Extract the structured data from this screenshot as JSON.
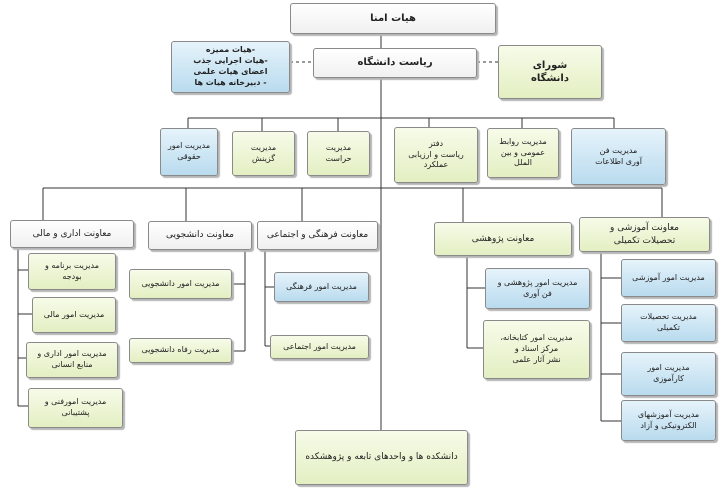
{
  "nodes": {
    "board": "هیات امنا",
    "commissions": "-هیات ممیزه\n-هیات اجرایی جذب\nاعضای هیات علمی\n- دبیرخانه هیات ها",
    "president": "ریاست دانشگاه",
    "council": "شورای\nدانشگاه",
    "legal": "مدیریت امور\nحقوقی",
    "selection": "مدیریت\nگزینش",
    "security": "مدیریت\nحراست",
    "office": "دفتر\nریاست و ارزیابی\nعملکرد",
    "public_relations": "مدیریت روابط\nعمومی و بین\nالملل",
    "it": "مدیریت فن\nآوری اطلاعات",
    "admin_finance": "معاونت اداری و مالی",
    "student": "معاونت دانشجویی",
    "cultural": "معاونت فرهنگی و اجتماعی",
    "research": "معاونت پژوهشی",
    "education": "معاونت آموزشی و\nتحصیلات تکمیلی",
    "budget": "مدیریت برنامه و\nبودجه",
    "financial": "مدیریت امور مالی",
    "hr": "مدیریت امور اداری و\nمنابع انسانی",
    "technical": "مدیریت امورفنی و\nپشتیبانی",
    "student_affairs": "مدیریت امور دانشجویی",
    "welfare": "مدیریت رفاه دانشجویی",
    "cultural_affairs": "مدیریت امور فرهنگی",
    "social_affairs": "مدیریت امور اجتماعی",
    "research_tech": "مدیریت امور پژوهشی و\nفن آوری",
    "library": "مدیریت امور کتابخانه،\nمرکز اسناد و\nنشر آثار علمی",
    "education_affairs": "مدیریت امور آموزشی",
    "graduate": "مدیریت تحصیلات\nتکمیلی",
    "internship": "مدیریت امور\nکارآموزی",
    "elearning": "مدیریت آموزشهای\nالکترونیکی و آزاد",
    "faculties": "دانشکده ها و واحدهای تابعه و پژوهشکده"
  }
}
